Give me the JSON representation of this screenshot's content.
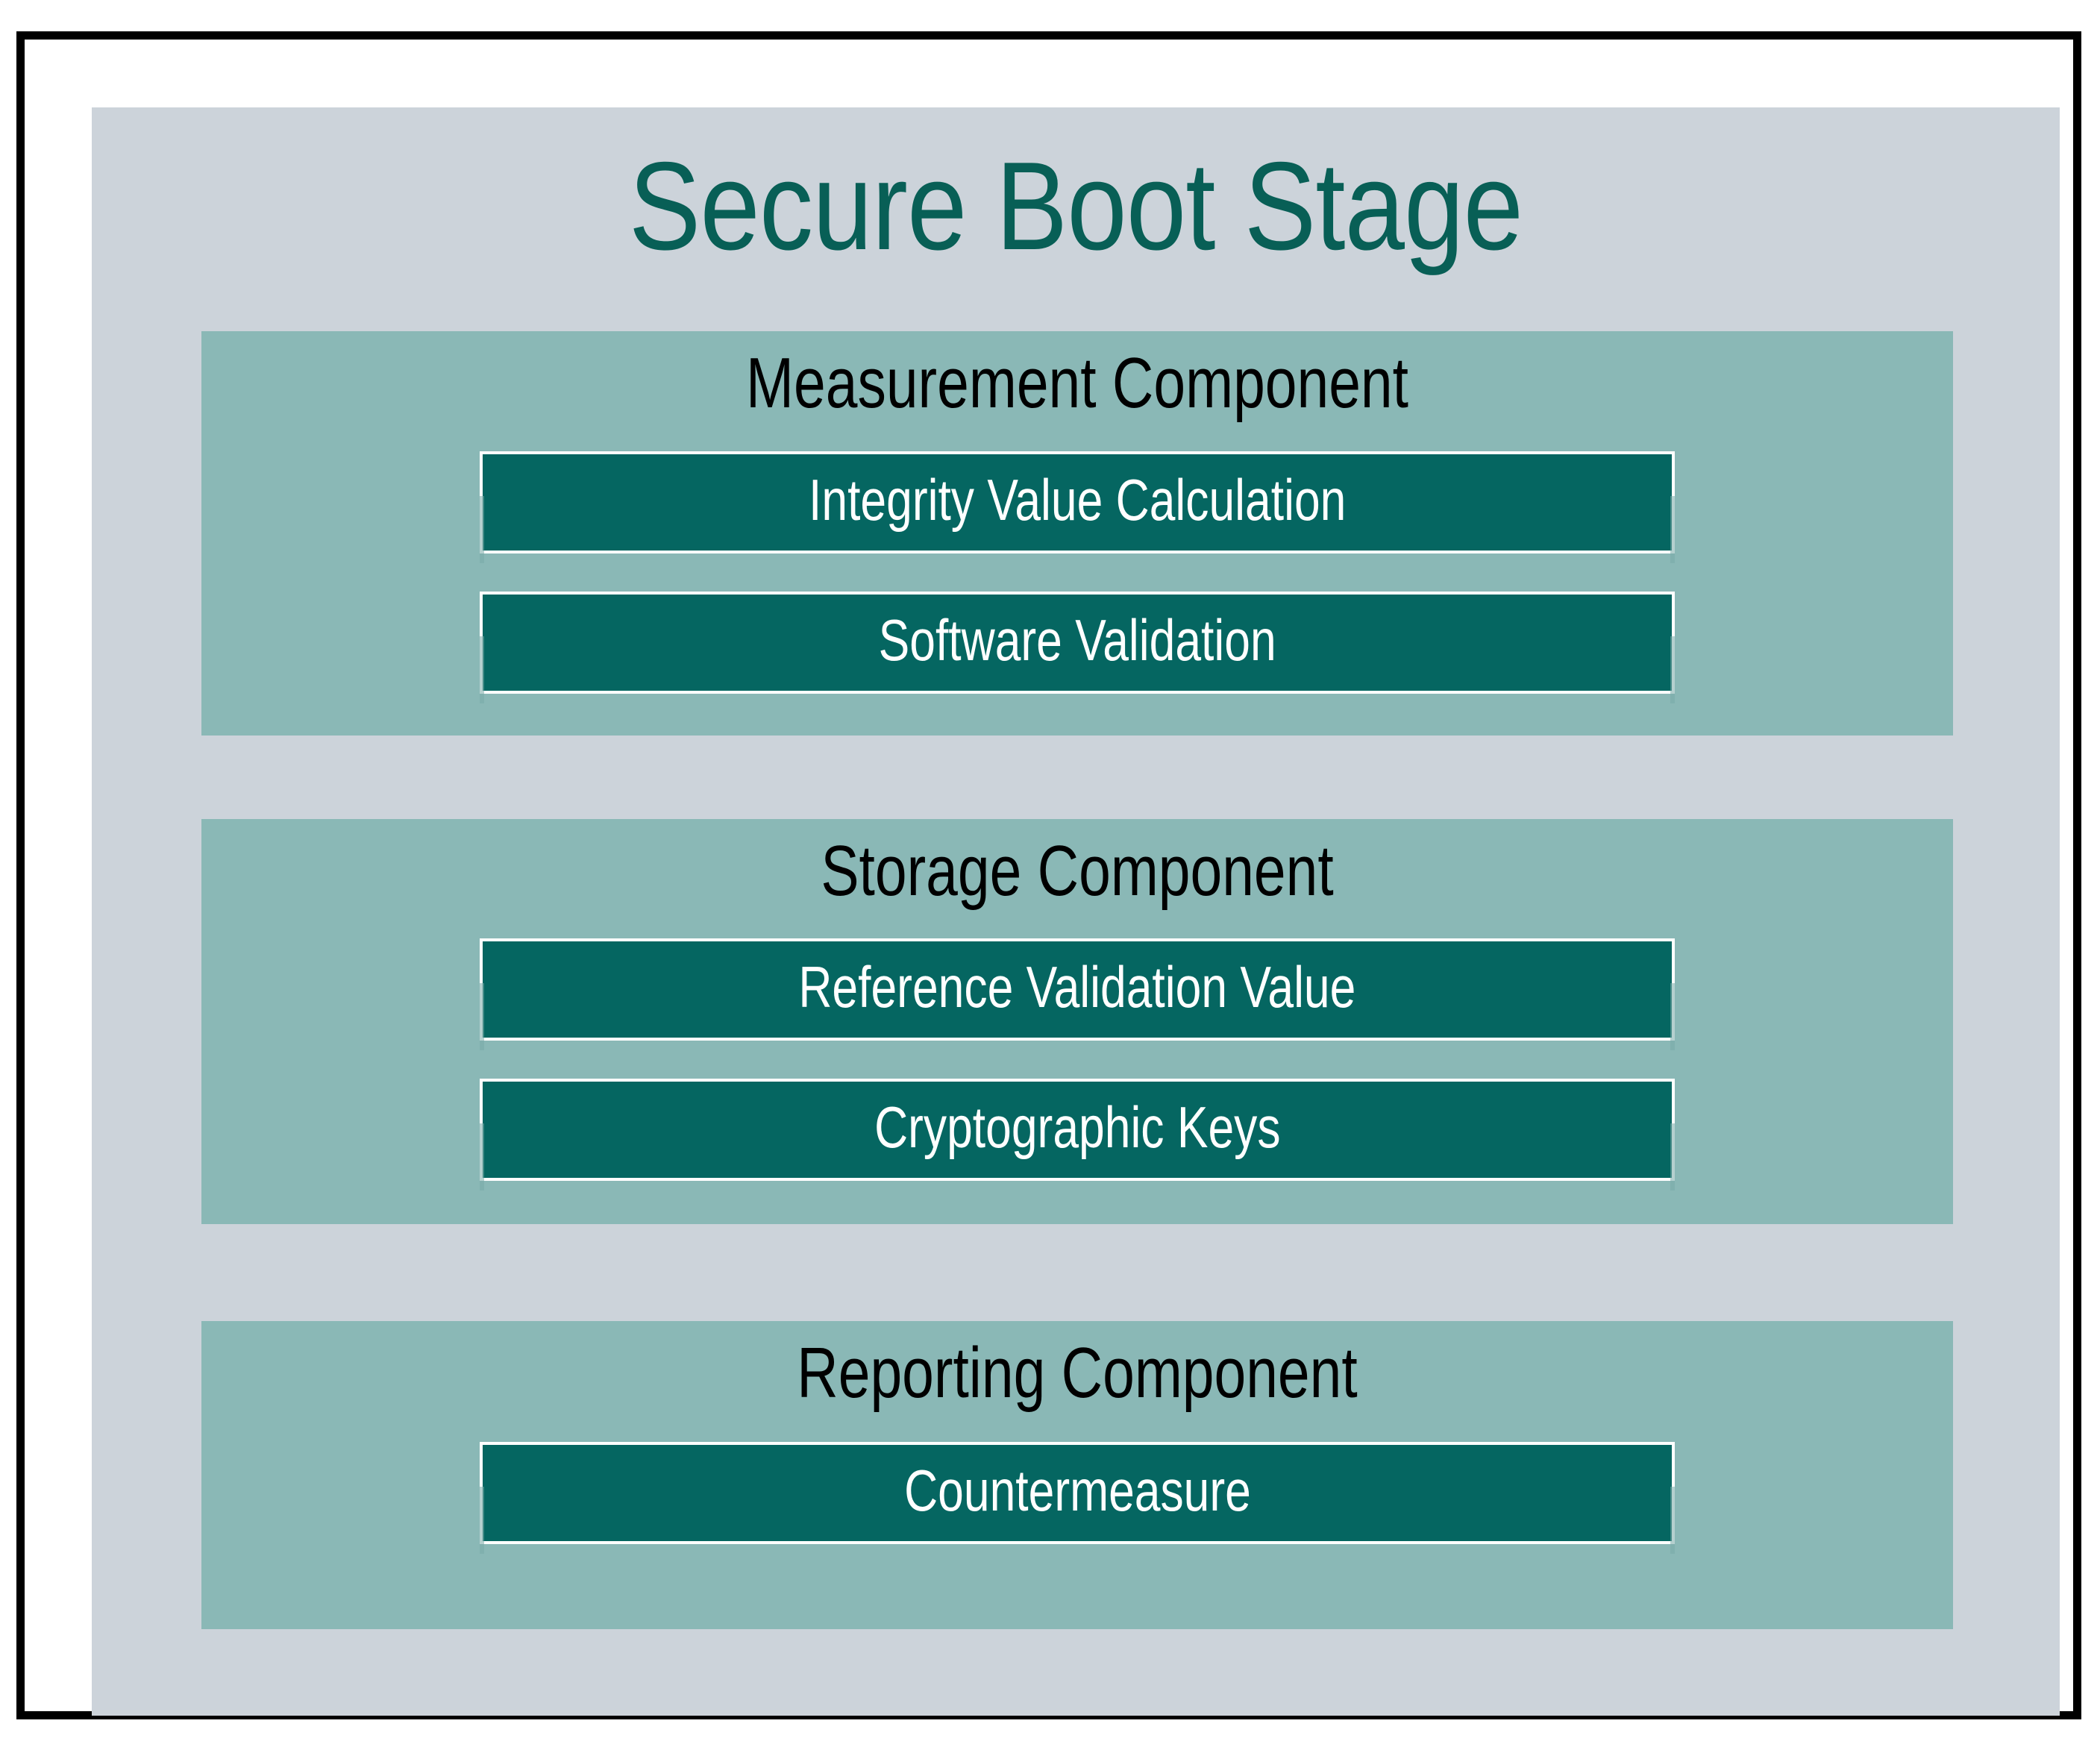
{
  "diagram": {
    "title": "Secure Boot Stage",
    "title_color": "#085f56",
    "canvas_background": "#ccd3da",
    "section_background": "#8ab8b6",
    "item_background": "#056661",
    "item_text_color": "#ffffff",
    "border_color": "#000000",
    "sections": [
      {
        "title": "Measurement Component",
        "items": [
          {
            "label": "Integrity Value Calculation"
          },
          {
            "label": "Software Validation"
          }
        ]
      },
      {
        "title": "Storage Component",
        "items": [
          {
            "label": "Reference Validation Value"
          },
          {
            "label": "Cryptographic Keys"
          }
        ]
      },
      {
        "title": "Reporting Component",
        "items": [
          {
            "label": "Countermeasure"
          }
        ]
      }
    ]
  }
}
